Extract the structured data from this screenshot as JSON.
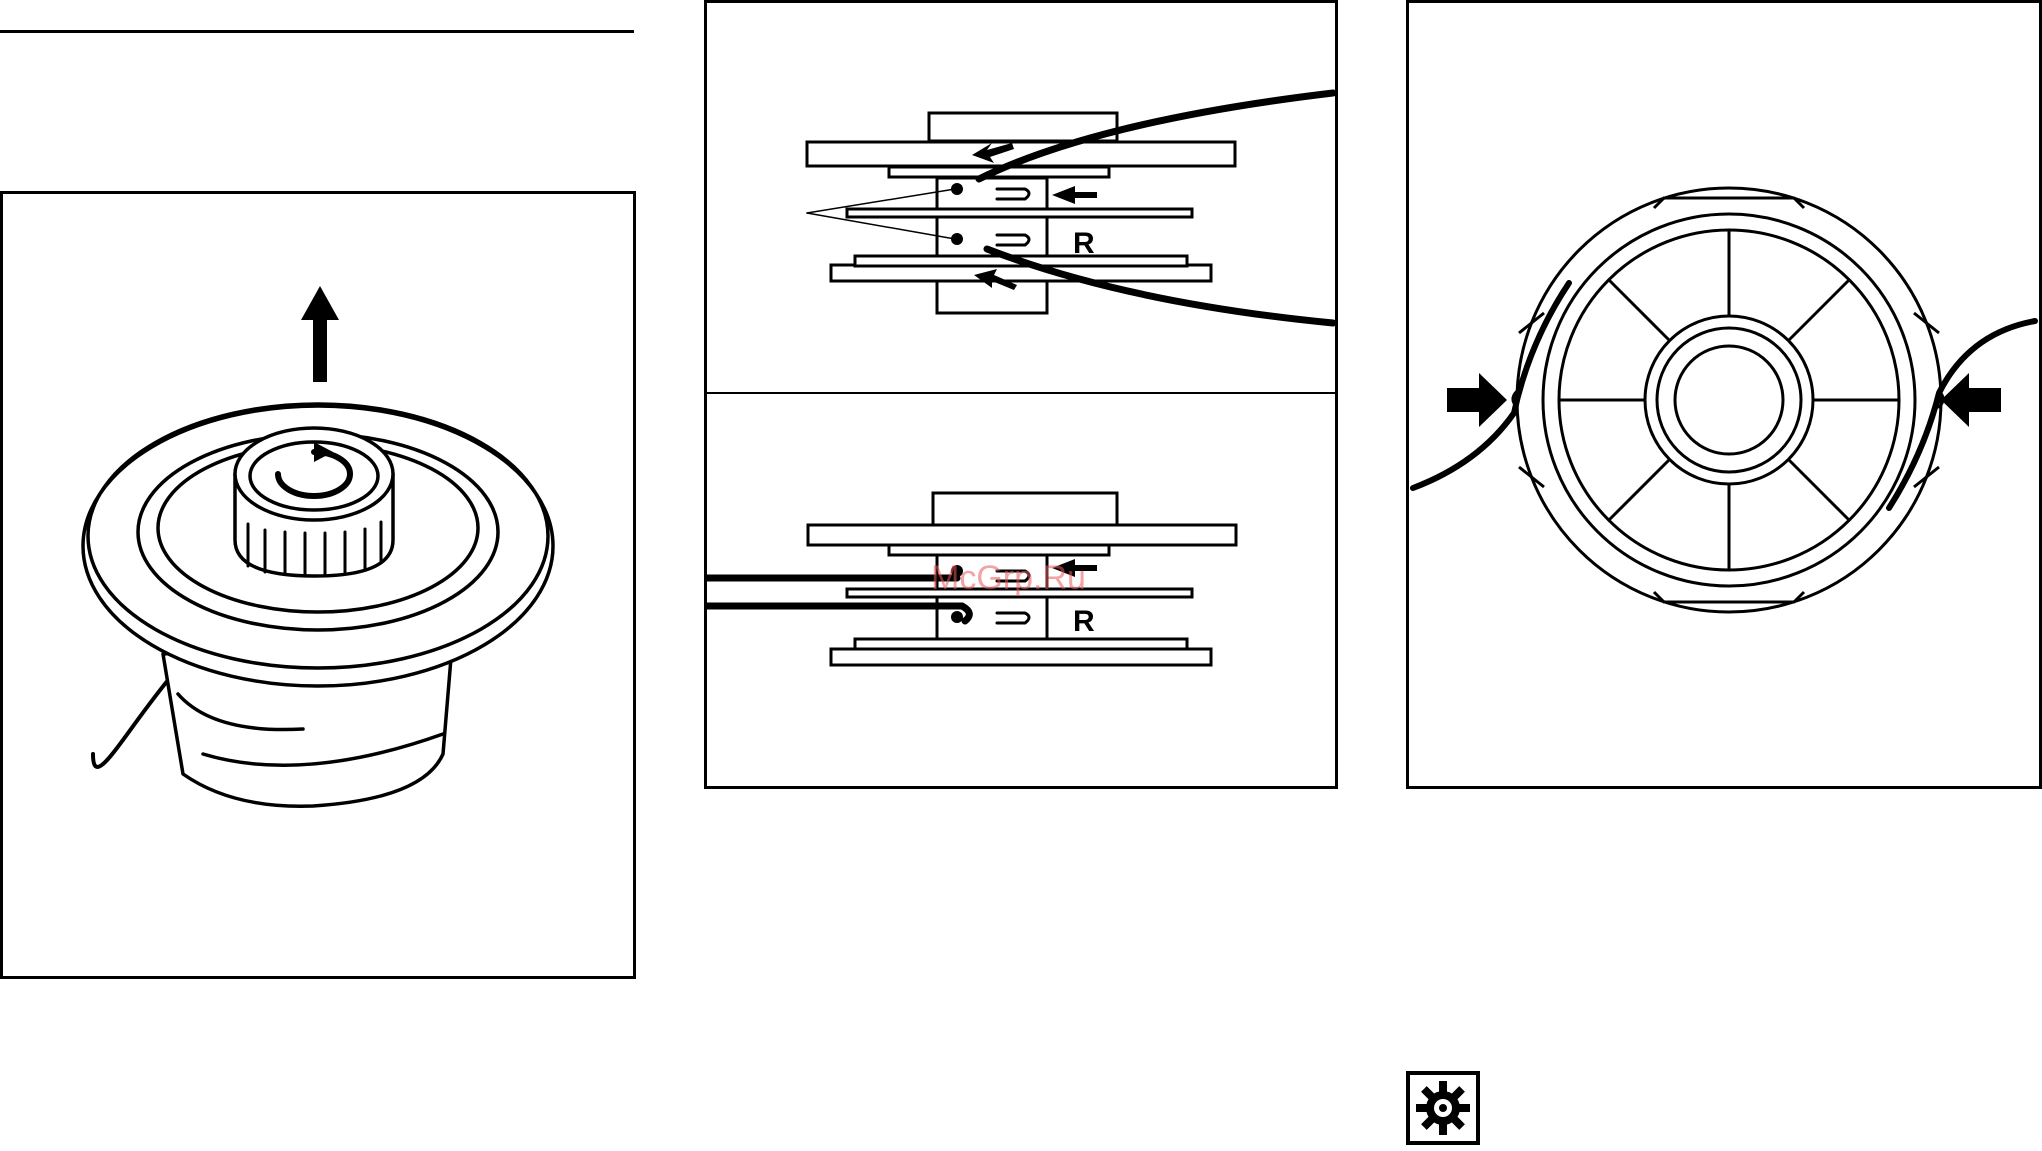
{
  "diagram": {
    "spool_markings": {
      "upper_label": "R",
      "lower_label": "R"
    },
    "watermark": "McGrp.Ru"
  },
  "icons": {
    "top_arrow": "arrow-up-icon",
    "knob_rotation": "rotate-arrow-icon",
    "service": "gear-icon"
  },
  "colors": {
    "line": "#000000",
    "background": "#ffffff"
  }
}
